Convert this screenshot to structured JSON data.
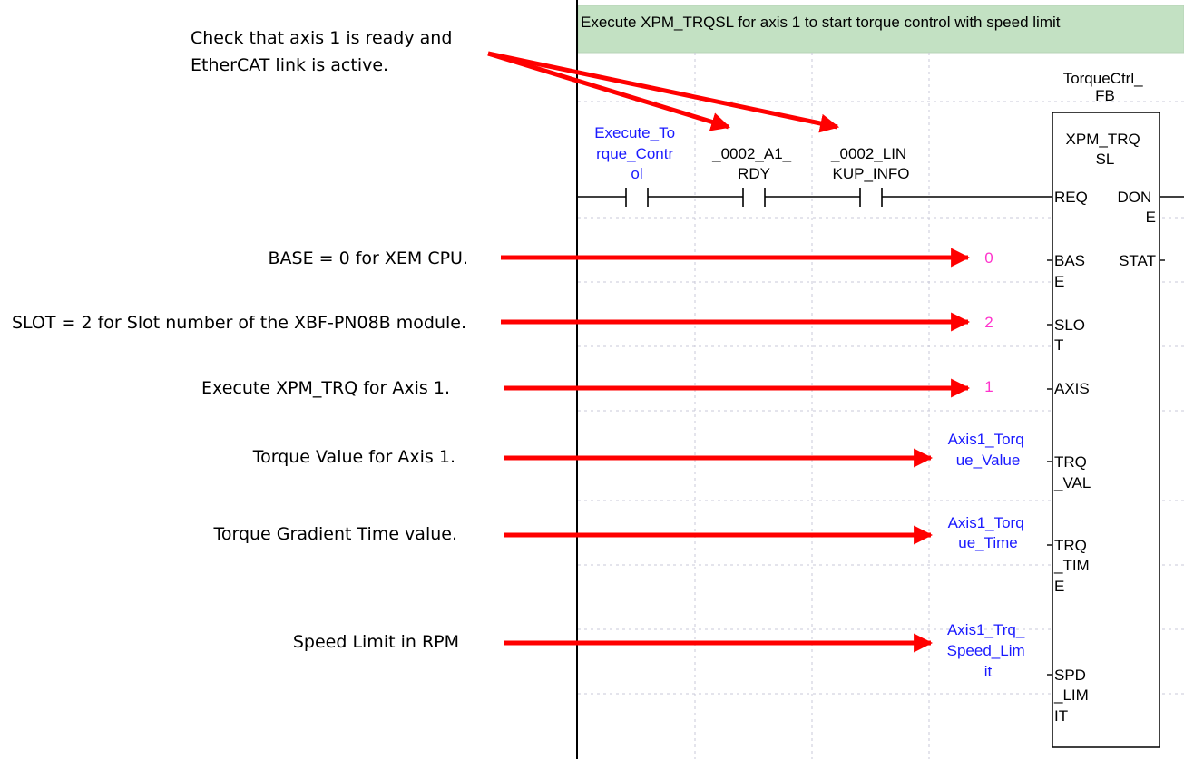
{
  "comment_bar": {
    "text": "Execute XPM_TRQSL for axis 1 to start torque control with speed limit",
    "color": "#c3e1c3"
  },
  "annotations": {
    "check_ready": [
      "Check that axis 1 is ready and",
      "EtherCAT link is active."
    ],
    "base": "BASE = 0 for XEM CPU.",
    "slot": "SLOT = 2 for Slot number of the XBF-PN08B module.",
    "axis": "Execute XPM_TRQ for Axis 1.",
    "trq_val": "Torque Value for Axis 1.",
    "trq_time": "Torque Gradient Time value.",
    "spd_limit": "Speed Limit in RPM"
  },
  "contacts": [
    {
      "label": [
        "Execute_To",
        "rque_Contr",
        "ol"
      ]
    },
    {
      "label": [
        "_0002_A1_",
        "RDY"
      ]
    },
    {
      "label": [
        "_0002_LIN",
        "KUP_INFO"
      ]
    }
  ],
  "function_block": {
    "instance": [
      "TorqueCtrl_",
      "FB"
    ],
    "type": [
      "XPM_TRQ",
      "SL"
    ],
    "inputs": {
      "req": [
        "REQ"
      ],
      "base": [
        "BAS",
        "E"
      ],
      "slot": [
        "SLO",
        "T"
      ],
      "axis": [
        "AXIS"
      ],
      "trq_val": [
        "TRQ",
        "_VAL"
      ],
      "trq_time": [
        "TRQ",
        "_TIM",
        "E"
      ],
      "spd_limit": [
        "SPD",
        "_LIM",
        "IT"
      ]
    },
    "outputs": {
      "done": [
        "DON",
        "E"
      ],
      "stat": [
        "STAT"
      ]
    }
  },
  "input_values": {
    "base": [
      "0"
    ],
    "slot": [
      "2"
    ],
    "axis": [
      "1"
    ],
    "trq_val": [
      "Axis1_Torq",
      "ue_Value"
    ],
    "trq_time": [
      "Axis1_Torq",
      "ue_Time"
    ],
    "spd_limit": [
      "Axis1_Trq_",
      "Speed_Lim",
      "it"
    ]
  },
  "colors": {
    "arrow": "#ff0000",
    "variable_text": "#1a1aff",
    "constant_text": "#ff33cc"
  }
}
